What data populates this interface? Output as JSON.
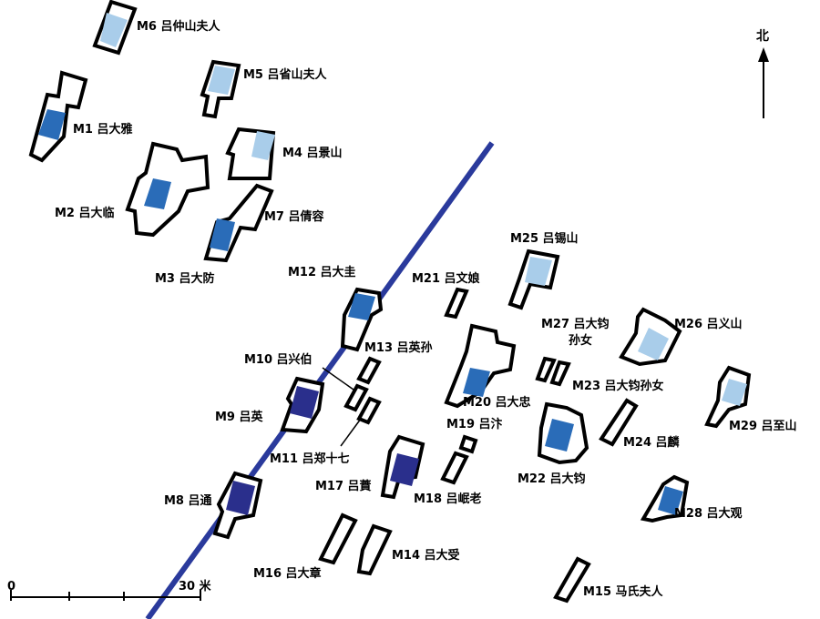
{
  "colors": {
    "light": "#a9cdea",
    "medium": "#2a6cb8",
    "dark": "#2a2f8c",
    "line": "#2a3a9c",
    "outline": "#000000"
  },
  "north": {
    "label": "北",
    "icon": "north-arrow-icon"
  },
  "scale": {
    "start": "0",
    "end": "30 米"
  },
  "tombs": [
    {
      "id": "M6",
      "label": "M6 吕仲山夫人",
      "fill": "light"
    },
    {
      "id": "M5",
      "label": "M5 吕省山夫人",
      "fill": "light"
    },
    {
      "id": "M1",
      "label": "M1 吕大雅",
      "fill": "medium"
    },
    {
      "id": "M4",
      "label": "M4 吕景山",
      "fill": "light"
    },
    {
      "id": "M2",
      "label": "M2 吕大临",
      "fill": "medium"
    },
    {
      "id": "M7",
      "label": "M7 吕倩容",
      "fill": "medium"
    },
    {
      "id": "M3",
      "label": "M3 吕大防",
      "fill": "medium"
    },
    {
      "id": "M12",
      "label": "M12 吕大圭",
      "fill": "medium"
    },
    {
      "id": "M21",
      "label": "M21 吕文娘",
      "fill": "none"
    },
    {
      "id": "M25",
      "label": "M25 吕锡山",
      "fill": "light"
    },
    {
      "id": "M27",
      "label": "M27 吕大钧",
      "label2": "孙女",
      "fill": "none"
    },
    {
      "id": "M26",
      "label": "M26 吕义山",
      "fill": "light"
    },
    {
      "id": "M13",
      "label": "M13 吕英孙",
      "fill": "none"
    },
    {
      "id": "M10",
      "label": "M10 吕兴伯",
      "fill": "none"
    },
    {
      "id": "M23",
      "label": "M23 吕大钧孙女",
      "fill": "none"
    },
    {
      "id": "M20",
      "label": "M20 吕大忠",
      "fill": "medium"
    },
    {
      "id": "M9",
      "label": "M9 吕英",
      "fill": "dark"
    },
    {
      "id": "M19",
      "label": "M19 吕汴",
      "fill": "none"
    },
    {
      "id": "M29",
      "label": "M29 吕至山",
      "fill": "light"
    },
    {
      "id": "M24",
      "label": "M24 吕麟",
      "fill": "none"
    },
    {
      "id": "M11",
      "label": "M11 吕郑十七",
      "fill": "none"
    },
    {
      "id": "M17",
      "label": "M17 吕蕡",
      "fill": "dark"
    },
    {
      "id": "M18",
      "label": "M18 吕岷老",
      "fill": "none"
    },
    {
      "id": "M22",
      "label": "M22 吕大钧",
      "fill": "medium"
    },
    {
      "id": "M8",
      "label": "M8 吕通",
      "fill": "dark"
    },
    {
      "id": "M28",
      "label": "M28 吕大观",
      "fill": "medium"
    },
    {
      "id": "M14",
      "label": "M14 吕大受",
      "fill": "none"
    },
    {
      "id": "M16",
      "label": "M16 吕大章",
      "fill": "none"
    },
    {
      "id": "M15",
      "label": "M15 马氏夫人",
      "fill": "none"
    }
  ]
}
